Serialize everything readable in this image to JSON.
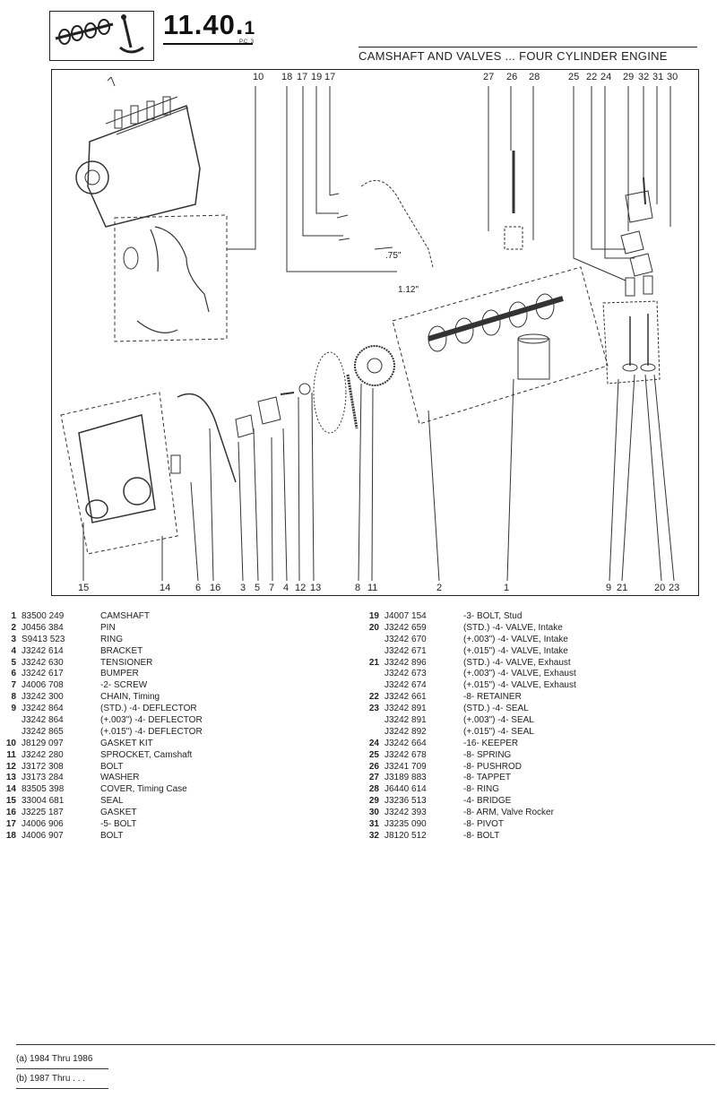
{
  "header": {
    "section_number": "11.40.",
    "section_sub": "1",
    "pc_label": "P.C. 3",
    "title": "CAMSHAFT AND VALVES ... FOUR CYLINDER ENGINE"
  },
  "diagram": {
    "top_callouts": [
      "10",
      "18",
      "17",
      "19",
      "17",
      "27",
      "26",
      "28",
      "25",
      "22",
      "24",
      "29",
      "32",
      "31",
      "30"
    ],
    "bottom_callouts": [
      "15",
      "14",
      "6",
      "16",
      "3",
      "5",
      "7",
      "4",
      "12",
      "13",
      "8",
      "11",
      "2",
      "1",
      "9",
      "21",
      "20",
      "23"
    ],
    "dimension_labels": [
      ".75\"",
      "1.12\""
    ]
  },
  "parts_left": [
    {
      "num": "1",
      "part": "83500 249",
      "desc": "CAMSHAFT"
    },
    {
      "num": "2",
      "part": "J0456 384",
      "desc": "PIN"
    },
    {
      "num": "3",
      "part": "S9413 523",
      "desc": "RING"
    },
    {
      "num": "4",
      "part": "J3242 614",
      "desc": "BRACKET"
    },
    {
      "num": "5",
      "part": "J3242 630",
      "desc": "TENSIONER"
    },
    {
      "num": "6",
      "part": "J3242 617",
      "desc": "BUMPER"
    },
    {
      "num": "7",
      "part": "J4006 708",
      "desc": "-2- SCREW"
    },
    {
      "num": "8",
      "part": "J3242 300",
      "desc": "CHAIN, Timing"
    },
    {
      "num": "9",
      "part": "J3242 864",
      "desc": "(STD.)  -4- DEFLECTOR"
    },
    {
      "num": "",
      "part": "J3242 864",
      "desc": "(+.003\")  -4- DEFLECTOR"
    },
    {
      "num": "",
      "part": "J3242 865",
      "desc": "(+.015\")  -4- DEFLECTOR"
    },
    {
      "num": "10",
      "part": "J8129 097",
      "desc": "GASKET KIT"
    },
    {
      "num": "11",
      "part": "J3242 280",
      "desc": "SPROCKET, Camshaft"
    },
    {
      "num": "12",
      "part": "J3172 308",
      "desc": "BOLT"
    },
    {
      "num": "13",
      "part": "J3173 284",
      "desc": "WASHER"
    },
    {
      "num": "14",
      "part": "83505 398",
      "desc": "COVER, Timing Case"
    },
    {
      "num": "15",
      "part": "33004 681",
      "desc": "SEAL"
    },
    {
      "num": "16",
      "part": "J3225 187",
      "desc": "GASKET"
    },
    {
      "num": "17",
      "part": "J4006 906",
      "desc": "-5- BOLT"
    },
    {
      "num": "18",
      "part": "J4006 907",
      "desc": "BOLT"
    }
  ],
  "parts_right": [
    {
      "num": "19",
      "part": "J4007 154",
      "desc": "-3- BOLT, Stud"
    },
    {
      "num": "20",
      "part": "J3242 659",
      "desc": "(STD.)  -4- VALVE, Intake"
    },
    {
      "num": "",
      "part": "J3242 670",
      "desc": "(+.003\")  -4- VALVE, Intake"
    },
    {
      "num": "",
      "part": "J3242 671",
      "desc": "(+.015\")  -4- VALVE, Intake"
    },
    {
      "num": "21",
      "part": "J3242 896",
      "desc": "(STD.)  -4- VALVE, Exhaust"
    },
    {
      "num": "",
      "part": "J3242 673",
      "desc": "(+.003\")  -4- VALVE, Exhaust"
    },
    {
      "num": "",
      "part": "J3242 674",
      "desc": "(+.015\")  -4- VALVE, Exhaust"
    },
    {
      "num": "22",
      "part": "J3242 661",
      "desc": "-8- RETAINER"
    },
    {
      "num": "23",
      "part": "J3242 891",
      "desc": "(STD.)  -4- SEAL"
    },
    {
      "num": "",
      "part": "J3242 891",
      "desc": "(+.003\")  -4- SEAL"
    },
    {
      "num": "",
      "part": "J3242 892",
      "desc": "(+.015\")  -4- SEAL"
    },
    {
      "num": "24",
      "part": "J3242 664",
      "desc": "-16- KEEPER"
    },
    {
      "num": "25",
      "part": "J3242 678",
      "desc": "-8- SPRING"
    },
    {
      "num": "26",
      "part": "J3241 709",
      "desc": "-8- PUSHROD"
    },
    {
      "num": "27",
      "part": "J3189 883",
      "desc": "-8- TAPPET"
    },
    {
      "num": "28",
      "part": "J6440 614",
      "desc": "-8- RING"
    },
    {
      "num": "29",
      "part": "J3236 513",
      "desc": "-4- BRIDGE"
    },
    {
      "num": "30",
      "part": "J3242 393",
      "desc": "-8- ARM, Valve Rocker"
    },
    {
      "num": "31",
      "part": "J3235 090",
      "desc": "-8- PIVOT"
    },
    {
      "num": "32",
      "part": "J8120 512",
      "desc": "-8- BOLT"
    }
  ],
  "footnotes": [
    {
      "text": "(a)  1984 Thru 1986"
    },
    {
      "text": "(b)  1987 Thru  . . ."
    }
  ]
}
